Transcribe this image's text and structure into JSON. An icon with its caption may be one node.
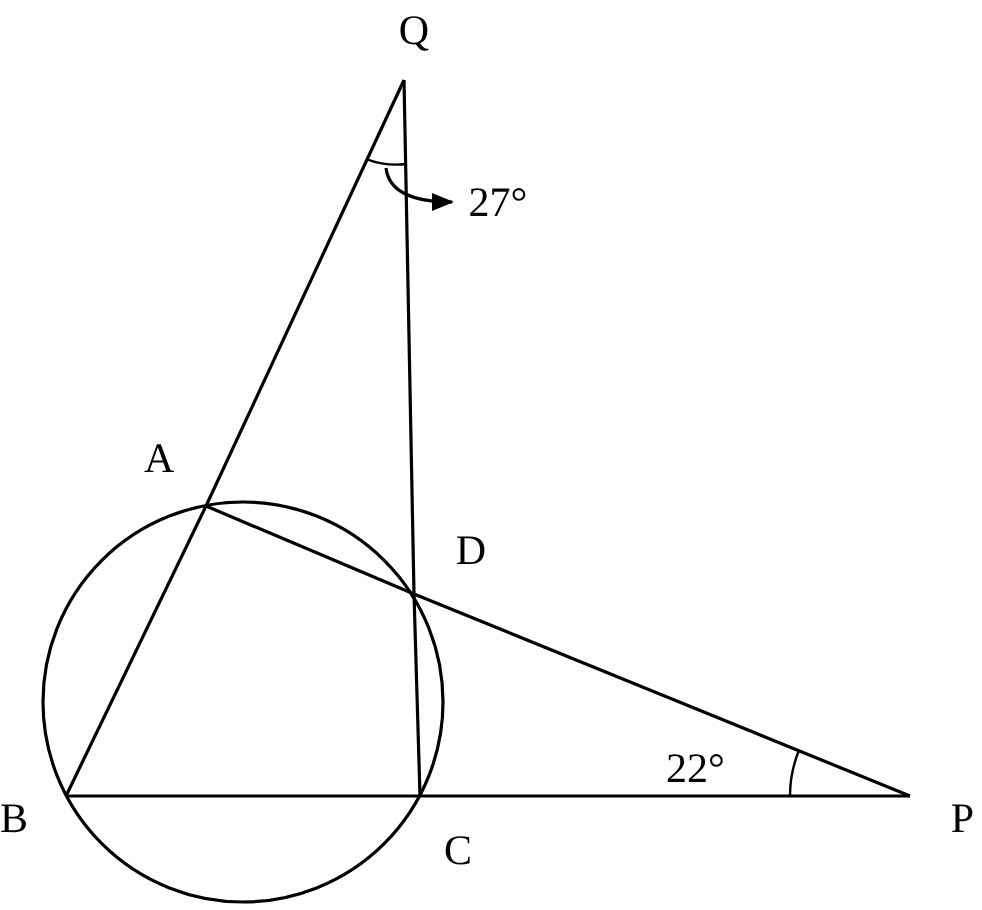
{
  "diagram": {
    "nodes": [
      {
        "text": [
          "Q"
        ]
      },
      {
        "text": [
          "A"
        ]
      },
      {
        "text": [
          "D"
        ]
      },
      {
        "text": [
          "B"
        ]
      },
      {
        "text": [
          "C"
        ]
      },
      {
        "text": [
          "P"
        ]
      },
      {
        "text": [
          "27°"
        ]
      }
    ],
    "edges": [
      {
        "from": 0,
        "to": 1,
        "arrow": "none"
      },
      {
        "from": 1,
        "to": 3,
        "arrow": "none"
      },
      {
        "from": 0,
        "to": 2,
        "arrow": "none"
      },
      {
        "from": 2,
        "to": 4,
        "arrow": "none"
      },
      {
        "from": 1,
        "to": 2,
        "arrow": "none"
      },
      {
        "from": 2,
        "to": 5,
        "arrow": "none"
      },
      {
        "from": 3,
        "to": 4,
        "arrow": "none"
      },
      {
        "from": 4,
        "to": 5,
        "arrow": "none"
      },
      {
        "from": null,
        "to": 6,
        "arrow": "to"
      }
    ],
    "labels": [
      "22°"
    ]
  }
}
